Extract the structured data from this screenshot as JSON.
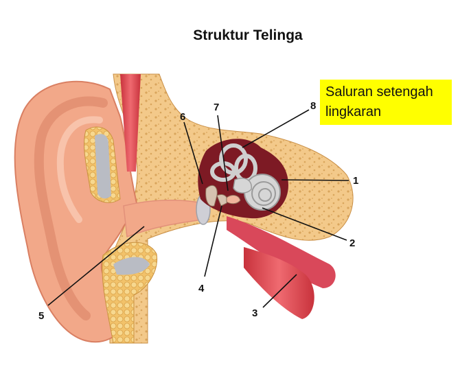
{
  "title": "Struktur Telinga",
  "callout": {
    "line1": "Saluran setengah",
    "line2": "lingkaran",
    "background": "#ffff00"
  },
  "labels": [
    "1",
    "2",
    "3",
    "4",
    "5",
    "6",
    "7",
    "8"
  ],
  "colors": {
    "skin": "#f2a889",
    "skin_dark": "#d97f62",
    "bone": "#f3c98a",
    "bone_pore": "#d9a55c",
    "cartilage": "#f7e3a3",
    "muscle": "#e0525c",
    "inner_ear_cavity": "#7d1a24",
    "cochlea": "#d6d6d6",
    "canal": "#c9c9c9"
  }
}
